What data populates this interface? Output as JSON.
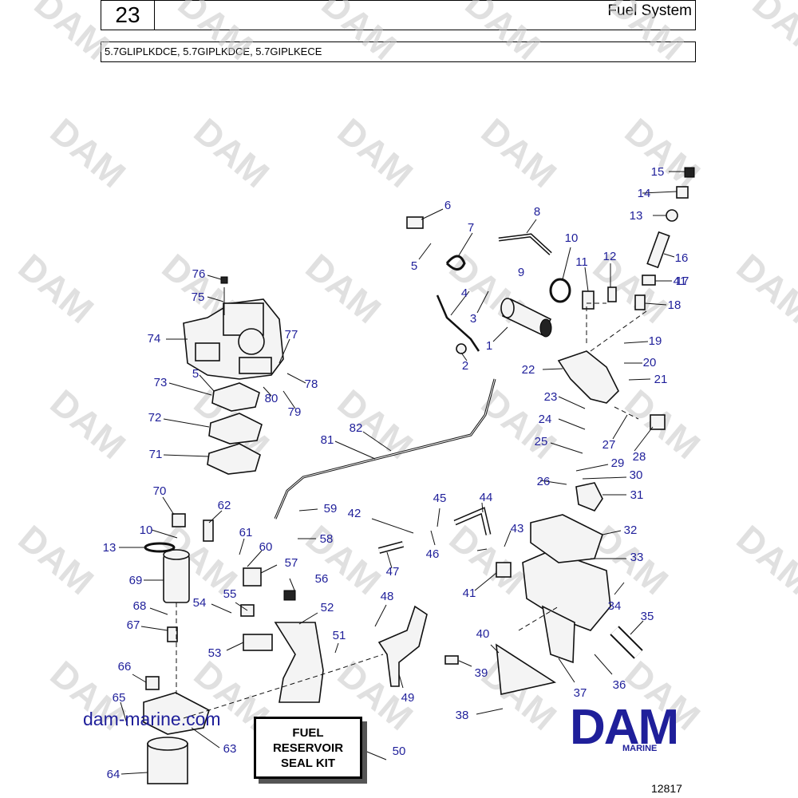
{
  "header": {
    "page_number": "23",
    "title": "Fuel System"
  },
  "models": "5.7GLIPLKDCE, 5.7GIPLKDCE, 5.7GIPLKECE",
  "watermark": "DAM",
  "kit_box": {
    "line1": "FUEL",
    "line2": "RESERVOIR",
    "line3": "SEAL KIT"
  },
  "website": "dam-marine.com",
  "logo": {
    "text": "DAM",
    "sub": "MARINE",
    "color": "#1f1f9a"
  },
  "figure_number": "12817",
  "callouts": [
    "1",
    "2",
    "3",
    "4",
    "5",
    "6",
    "7",
    "8",
    "9",
    "10",
    "11",
    "12",
    "13",
    "14",
    "15",
    "16",
    "17",
    "18",
    "19",
    "20",
    "21",
    "22",
    "23",
    "24",
    "25",
    "26",
    "27",
    "28",
    "29",
    "30",
    "31",
    "32",
    "33",
    "34",
    "35",
    "36",
    "37",
    "38",
    "39",
    "40",
    "41",
    "42",
    "43",
    "44",
    "45",
    "46",
    "47",
    "48",
    "49",
    "50",
    "51",
    "52",
    "53",
    "54",
    "55",
    "56",
    "57",
    "58",
    "59",
    "60",
    "61",
    "62",
    "63",
    "64",
    "65",
    "66",
    "67",
    "68",
    "69",
    "70",
    "71",
    "72",
    "73",
    "74",
    "75",
    "76",
    "77",
    "78",
    "79",
    "80",
    "81",
    "82",
    "5",
    "10",
    "13",
    "41"
  ],
  "callout_color": "#1f1f9a"
}
